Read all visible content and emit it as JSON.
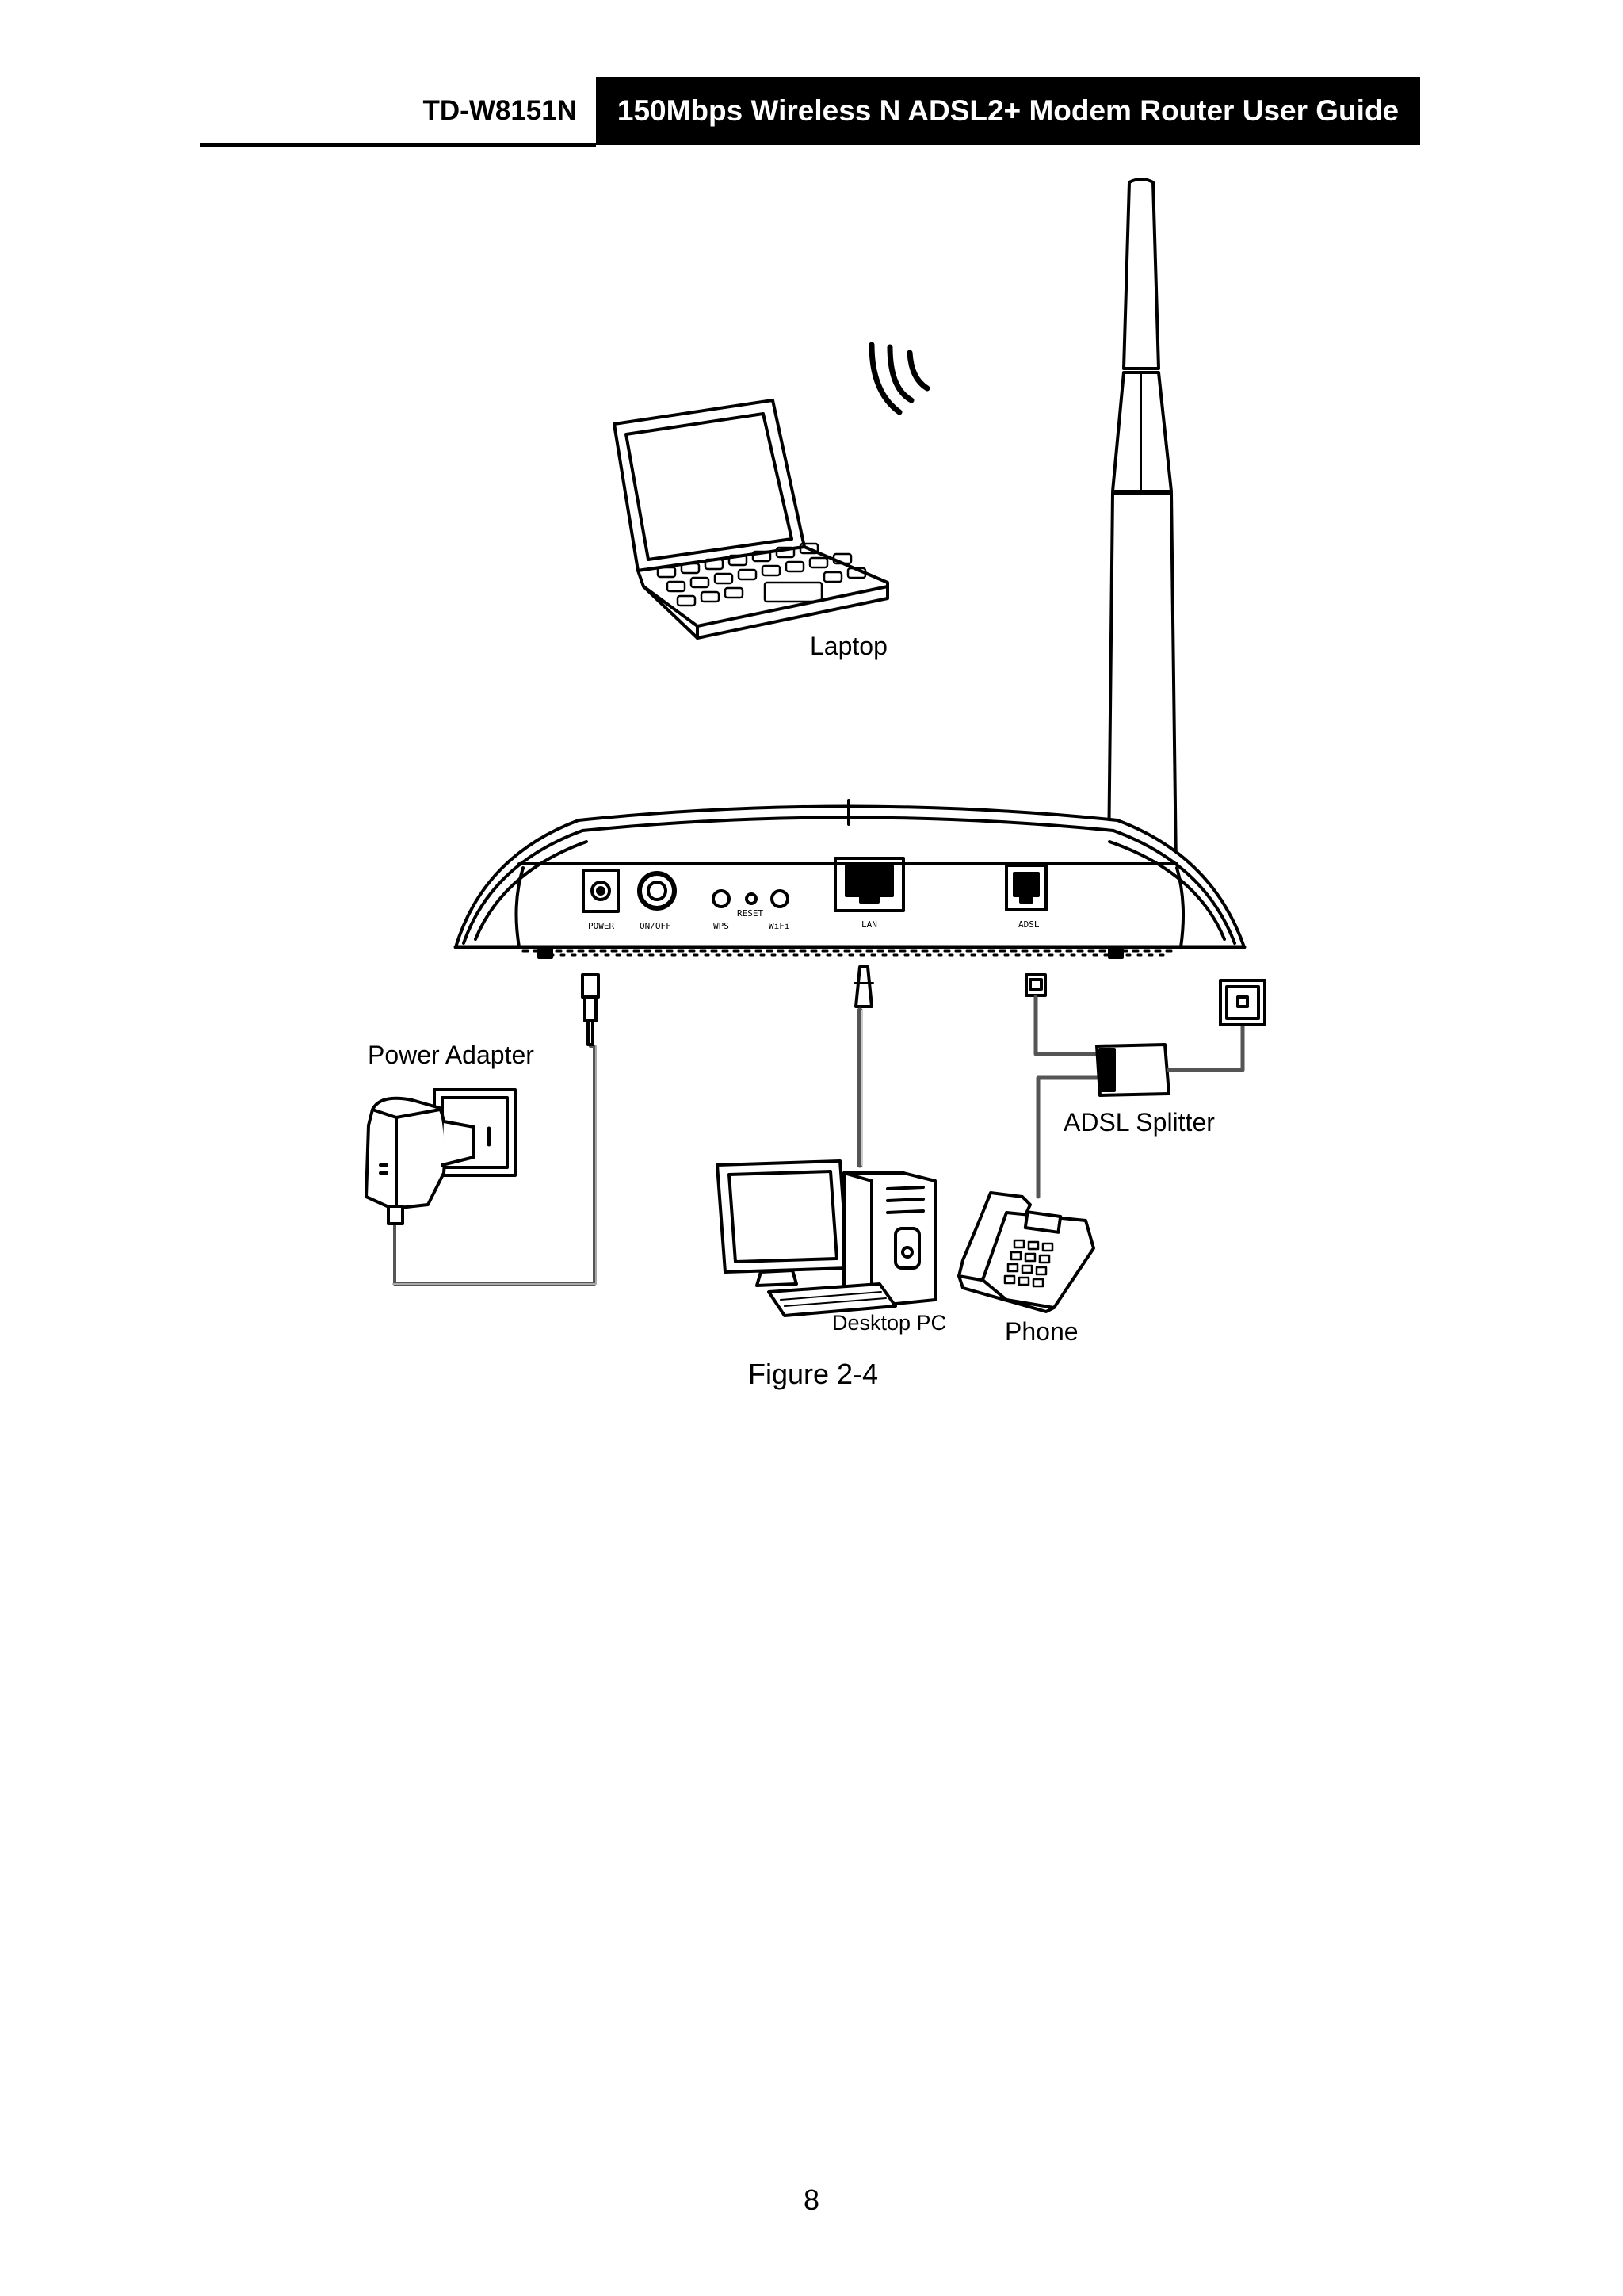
{
  "header": {
    "model": "TD-W8151N",
    "title": "150Mbps Wireless N ADSL2+ Modem Router User Guide"
  },
  "figure": {
    "labels": {
      "laptop": "Laptop",
      "power_adapter": "Power Adapter",
      "adsl_splitter": "ADSL Splitter",
      "desktop_pc": "Desktop PC",
      "phone": "Phone"
    },
    "ports": {
      "power": "POWER",
      "on_off": "ON/OFF",
      "wps": "WPS",
      "reset": "RESET",
      "wifi": "WiFi",
      "lan": "LAN",
      "adsl": "ADSL"
    },
    "caption": "Figure 2-4"
  },
  "page_number": "8"
}
